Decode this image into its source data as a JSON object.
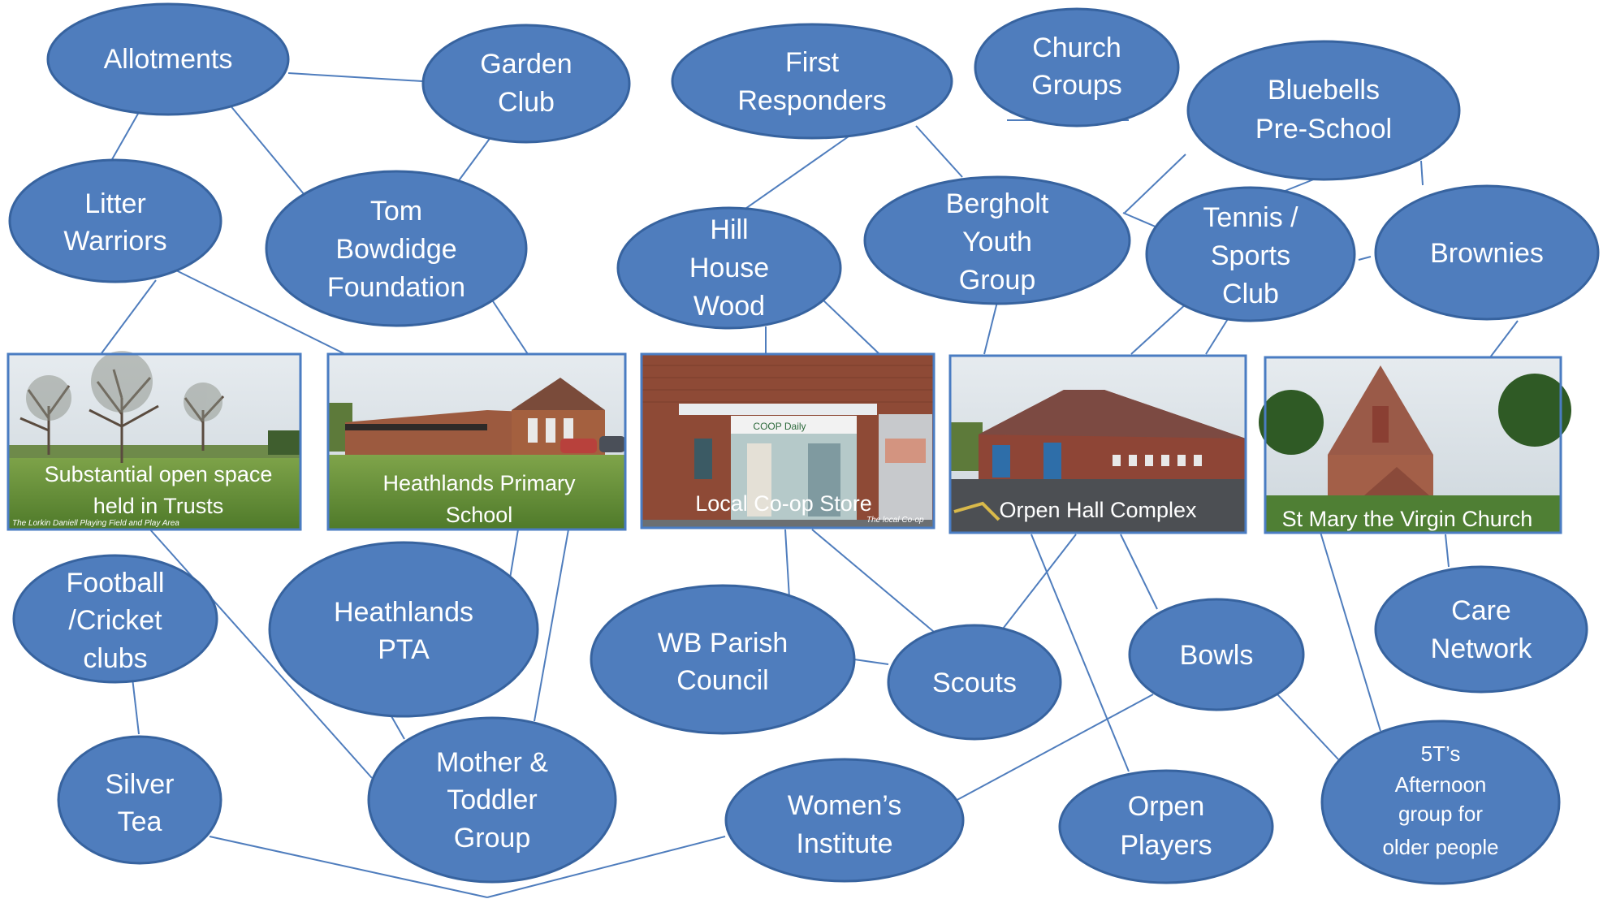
{
  "colors": {
    "node_fill": "#4f7dbd",
    "node_stroke": "#37639f",
    "edge": "#4f7dbd",
    "text": "#ffffff"
  },
  "nodes": {
    "allotments": "Allotments",
    "garden_club": [
      "Garden",
      "Club"
    ],
    "first_responders": [
      "First",
      "Responders"
    ],
    "church_groups": [
      "Church",
      "Groups"
    ],
    "bluebells": [
      "Bluebells",
      "Pre-School"
    ],
    "litter_warriors": [
      "Litter",
      "Warriors"
    ],
    "tom_bowdidge": [
      "Tom",
      "Bowdidge",
      "Foundation"
    ],
    "hill_house_wood": [
      "Hill",
      "House",
      "Wood"
    ],
    "bergholt_youth": [
      "Bergholt",
      "Youth",
      "Group"
    ],
    "tennis": [
      "Tennis /",
      "Sports",
      "Club"
    ],
    "brownies": "Brownies",
    "football": [
      "Football",
      "/Cricket",
      "clubs"
    ],
    "heathlands_pta": [
      "Heathlands",
      "PTA"
    ],
    "wb_parish": [
      "WB Parish",
      "Council"
    ],
    "scouts": "Scouts",
    "bowls": "Bowls",
    "care_network": [
      "Care",
      "Network"
    ],
    "silver_tea": [
      "Silver",
      "Tea"
    ],
    "mother_toddler": [
      "Mother &",
      "Toddler",
      "Group"
    ],
    "womens_institute": [
      "Women’s",
      "Institute"
    ],
    "orpen_players": [
      "Orpen",
      "Players"
    ],
    "five_ts": [
      "5T’s",
      "Afternoon",
      "group for",
      "older people"
    ]
  },
  "photos": {
    "open_space": {
      "caption": [
        "Substantial open space",
        "held in Trusts"
      ],
      "credit": "The Lorkin Daniell Playing Field and Play Area"
    },
    "school": {
      "caption": [
        "Heathlands Primary",
        "School"
      ]
    },
    "coop": {
      "caption": [
        "Local Co-op Store"
      ],
      "credit": "The local Co-op",
      "sign": "COOP Daily"
    },
    "orpen_hall": {
      "caption": [
        "Orpen Hall Complex"
      ]
    },
    "church": {
      "caption": [
        "St Mary the Virgin Church"
      ]
    }
  }
}
